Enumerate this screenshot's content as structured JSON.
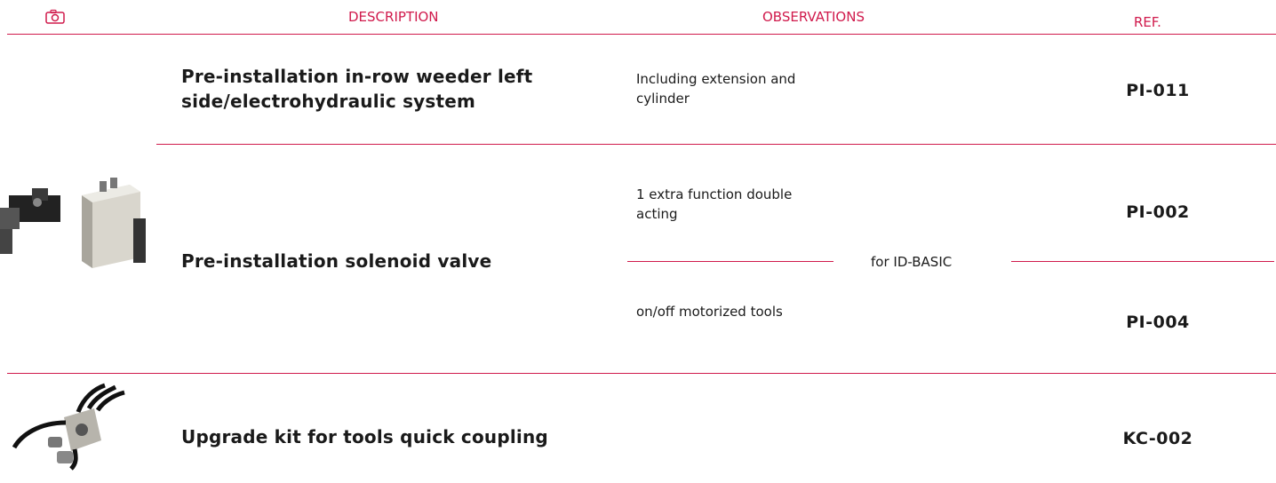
{
  "header": {
    "description": "DESCRIPTION",
    "observations": "OBSERVATIONS",
    "ref": "REF."
  },
  "rows": [
    {
      "description": "Pre-installation in-row weeder left side/electrohydraulic system",
      "observation": "Including extension and cylinder",
      "ref": "PI-011"
    },
    {
      "description": "Pre-installation solenoid valve",
      "options": [
        {
          "observation": "1 extra function double acting",
          "ref": "PI-002"
        },
        {
          "observation": "on/off motorized tools",
          "ref": "PI-004"
        }
      ],
      "shared_note": "for ID-BASIC"
    },
    {
      "description": "Upgrade kit for tools quick coupling",
      "observation": "",
      "ref": "KC-002"
    }
  ],
  "colors": {
    "accent": "#d01a4c",
    "text": "#1a1a1a",
    "background": "#ffffff"
  }
}
